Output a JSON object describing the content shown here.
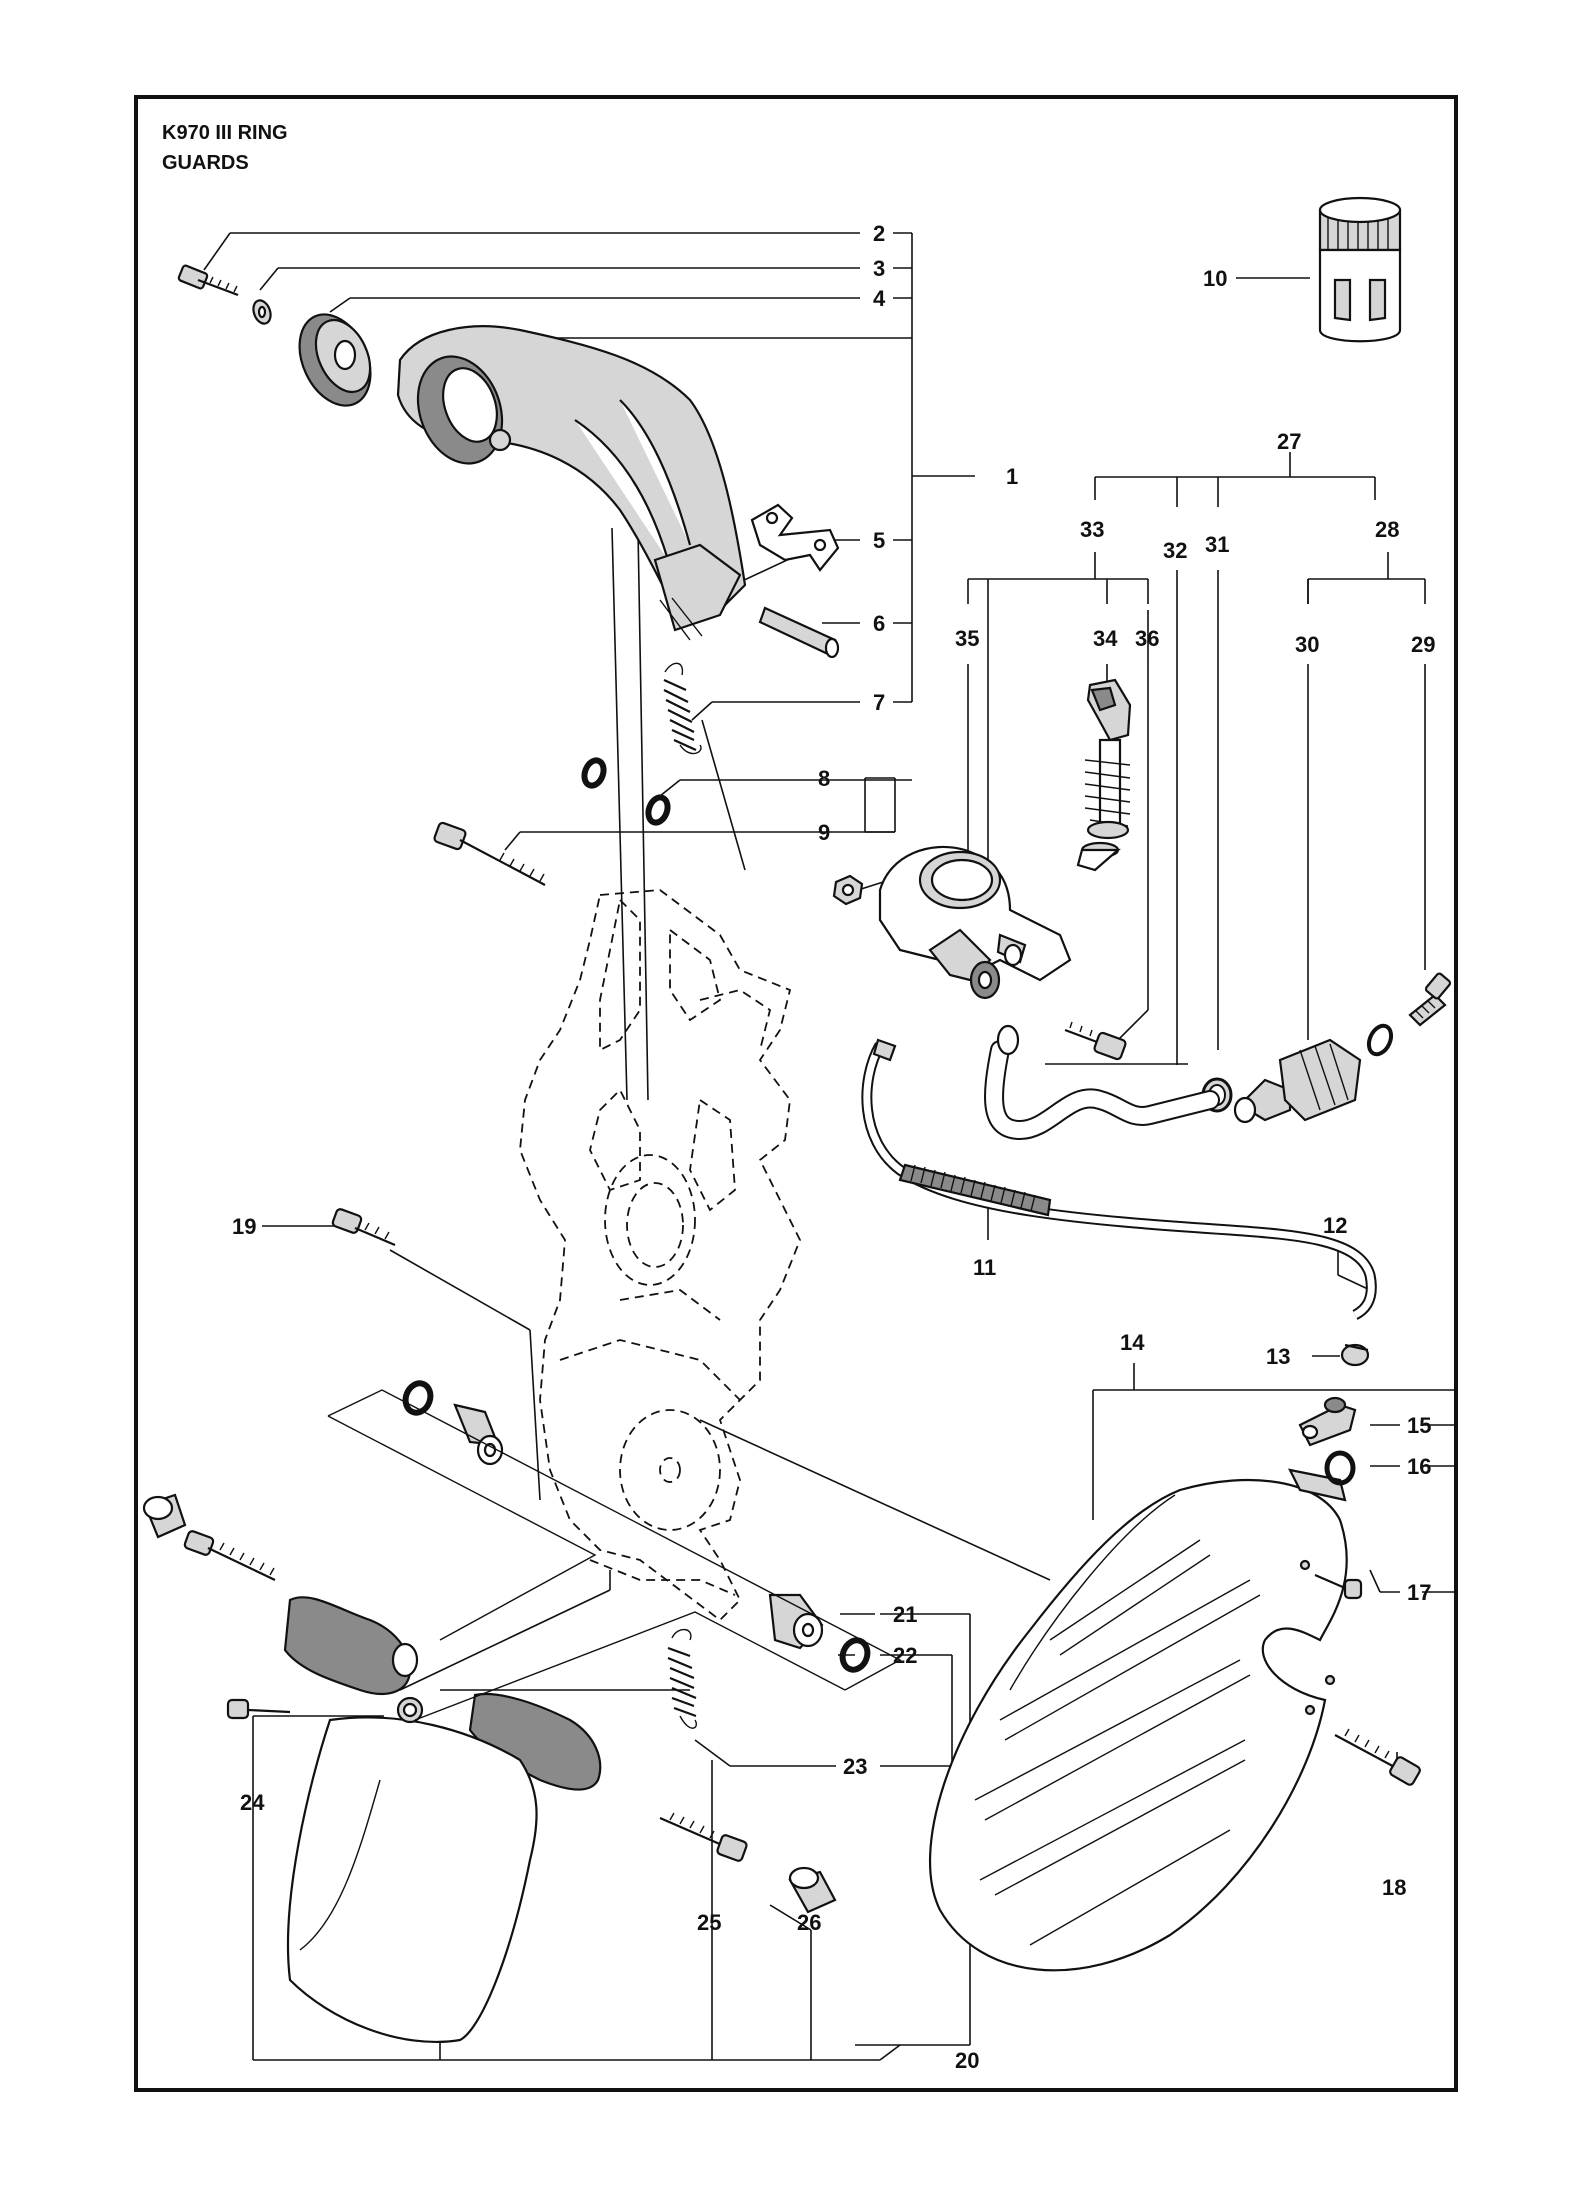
{
  "title": {
    "line1": "K970 III RING",
    "line2": "GUARDS"
  },
  "callouts": {
    "c1": "1",
    "c2": "2",
    "c3": "3",
    "c4": "4",
    "c5": "5",
    "c6": "6",
    "c7": "7",
    "c8": "8",
    "c9": "9",
    "c10": "10",
    "c11": "11",
    "c12": "12",
    "c13": "13",
    "c14": "14",
    "c15": "15",
    "c16": "16",
    "c17": "17",
    "c18": "18",
    "c19": "19",
    "c20": "20",
    "c21": "21",
    "c22": "22",
    "c23": "23",
    "c24": "24",
    "c25": "25",
    "c26": "26",
    "c27": "27",
    "c28": "28",
    "c29": "29",
    "c30": "30",
    "c31": "31",
    "c32": "32",
    "c33": "33",
    "c34": "34",
    "c35": "35",
    "c36": "36"
  }
}
